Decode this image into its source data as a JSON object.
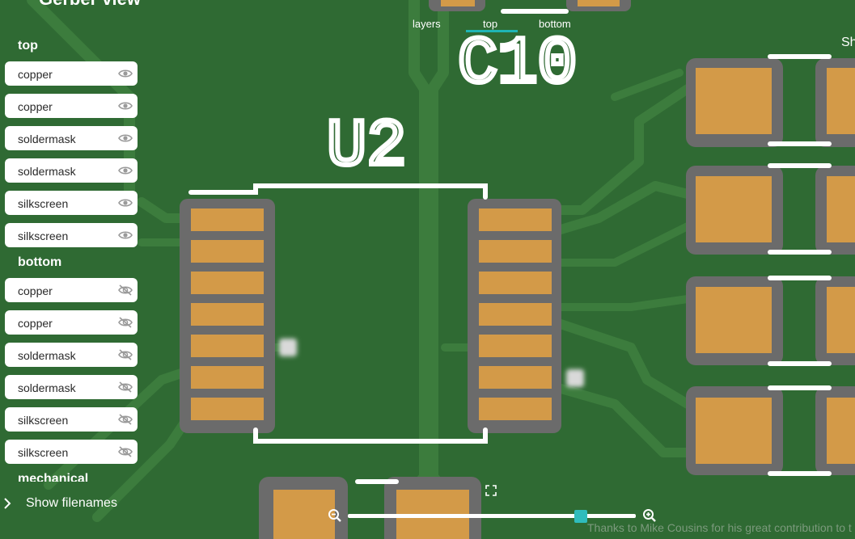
{
  "header": {
    "title": "Gerber view",
    "tabs": [
      "layers",
      "top",
      "bottom"
    ],
    "active_tab": "top",
    "right_clipped_text": "Sh"
  },
  "board": {
    "ref_designators": [
      "U2",
      "C10"
    ],
    "colors": {
      "board": "#2f6a33",
      "trace": "#3b7a3c",
      "pad": "#d39a48",
      "mask": "#6a6a6a",
      "silkscreen": "#ffffff"
    }
  },
  "layers_panel": {
    "groups": [
      {
        "label": "top",
        "items": [
          {
            "label": "copper",
            "icon": "eye-icon"
          },
          {
            "label": "copper",
            "icon": "eye-icon"
          },
          {
            "label": "soldermask",
            "icon": "eye-icon"
          },
          {
            "label": "soldermask",
            "icon": "eye-icon"
          },
          {
            "label": "silkscreen",
            "icon": "eye-icon"
          },
          {
            "label": "silkscreen",
            "icon": "eye-icon"
          }
        ]
      },
      {
        "label": "bottom",
        "items": [
          {
            "label": "copper",
            "icon": "eye-off-icon"
          },
          {
            "label": "copper",
            "icon": "eye-off-icon"
          },
          {
            "label": "soldermask",
            "icon": "eye-off-icon"
          },
          {
            "label": "soldermask",
            "icon": "eye-off-icon"
          },
          {
            "label": "silkscreen",
            "icon": "eye-off-icon"
          },
          {
            "label": "silkscreen",
            "icon": "eye-off-icon"
          }
        ]
      },
      {
        "label": "mechanical",
        "items": []
      }
    ],
    "show_filenames_label": "Show filenames"
  },
  "zoom": {
    "level": 0.81,
    "zoom_out_icon": "zoom-out-icon",
    "zoom_in_icon": "zoom-in-icon",
    "fit_icon": "fit-screen-icon"
  },
  "footer": {
    "credit": "Thanks to Mike Cousins for his great contribution to t"
  }
}
